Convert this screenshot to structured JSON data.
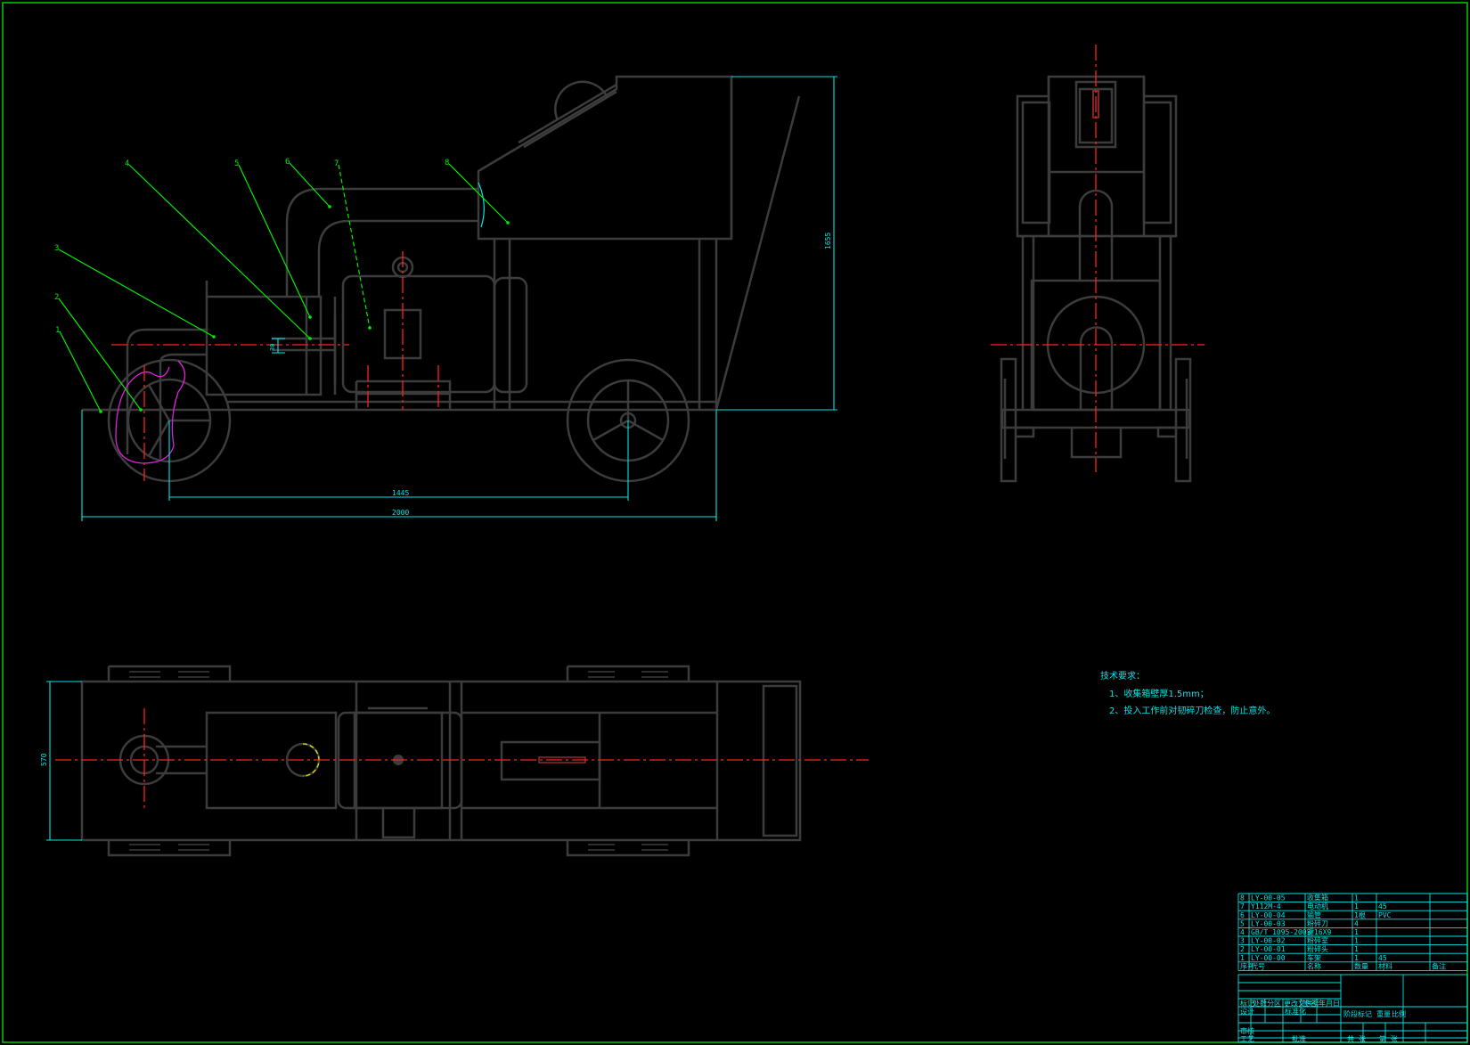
{
  "balloons": [
    "1",
    "2",
    "3",
    "4",
    "5",
    "6",
    "7",
    "8"
  ],
  "dimensions": {
    "overall_length": "2000",
    "wheelbase": "1445",
    "height": "1655",
    "width": "570",
    "small_dim": "30"
  },
  "tech_notes": {
    "heading": "技术要求：",
    "items": [
      "1、收集箱壁厚1.5mm；",
      "2、投入工作前对韧碎刀检查，防止意外。"
    ]
  },
  "parts_list": {
    "header": [
      "序号",
      "代号",
      "名称",
      "数量",
      "材料",
      "备注"
    ],
    "rows": [
      [
        "8",
        "LY-00-05",
        "收集箱",
        "1",
        "",
        ""
      ],
      [
        "7",
        "Y112M-4",
        "电动机",
        "1",
        "45",
        ""
      ],
      [
        "6",
        "LY-00-04",
        "输管",
        "1根",
        "PVC",
        ""
      ],
      [
        "5",
        "LY-00-03",
        "粉碎刀",
        "4",
        "",
        ""
      ],
      [
        "4",
        "GB/T 1095-2003",
        "键16X9",
        "1",
        "",
        ""
      ],
      [
        "3",
        "LY-00-02",
        "粉碎室",
        "1",
        "",
        ""
      ],
      [
        "2",
        "LY-00-01",
        "粉碎头",
        "1",
        "",
        ""
      ],
      [
        "1",
        "LY-00-00",
        "车架",
        "1",
        "45",
        ""
      ]
    ]
  },
  "title_block": {
    "row_a": [
      "标记",
      "处数",
      "分区",
      "更改文件号",
      "签名",
      "年月日"
    ],
    "row_b": [
      "设计",
      "",
      "标准化"
    ],
    "row_c": [
      "阶段标记",
      "重量",
      "比例"
    ],
    "row_d": [
      "审核"
    ],
    "row_e": [
      "工艺",
      "",
      "批准"
    ],
    "row_f": [
      "共 张",
      "第 张"
    ]
  },
  "colors": {
    "outline": "#3c3c3c",
    "centerline": "#ff2020",
    "leader": "#00ee00",
    "dimension": "#00e5e5",
    "border": "#00cc00",
    "highlight": "#dd22dd"
  }
}
